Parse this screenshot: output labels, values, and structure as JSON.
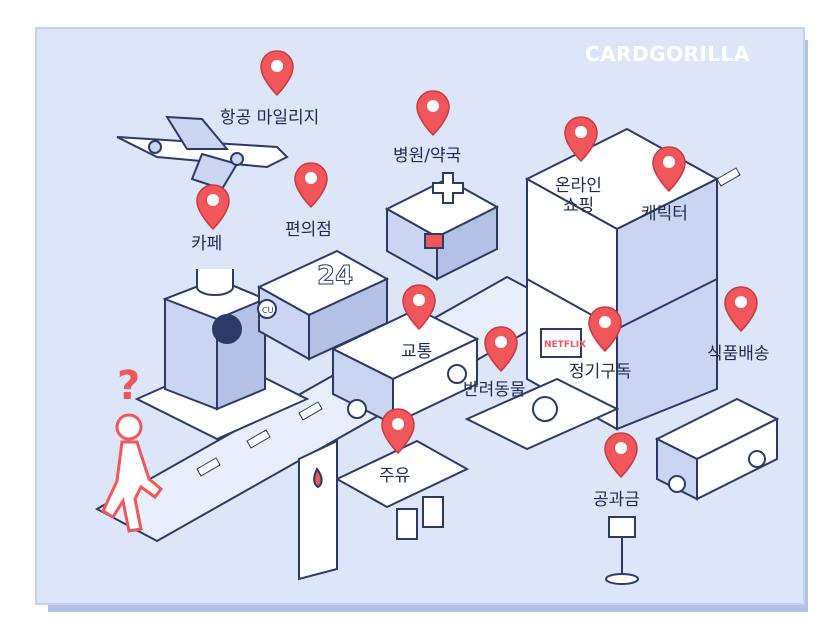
{
  "brand": {
    "logo_text": "CARDGORILLA"
  },
  "categories": [
    {
      "id": "airline",
      "label": "항공 마일리지"
    },
    {
      "id": "hospital",
      "label": "병원/약국"
    },
    {
      "id": "online_shopping",
      "label": "온라인\n쇼핑"
    },
    {
      "id": "character",
      "label": "캐릭터"
    },
    {
      "id": "convenience",
      "label": "편의점"
    },
    {
      "id": "cafe",
      "label": "카페"
    },
    {
      "id": "transport",
      "label": "교통"
    },
    {
      "id": "subscription",
      "label": "정기구독"
    },
    {
      "id": "food_delivery",
      "label": "식품배송"
    },
    {
      "id": "pets",
      "label": "반려동물"
    },
    {
      "id": "fuel",
      "label": "주유"
    },
    {
      "id": "utilities",
      "label": "공과금"
    }
  ],
  "signs": {
    "store_24": "24",
    "store_cu": "CU",
    "streaming": "NETFLIX",
    "question_mark": "?"
  },
  "colors": {
    "background": "#dde6f8",
    "pin": "#f0565a",
    "outline": "#2c3a66",
    "shadow": "#b3c1e5",
    "person": "#f0565a"
  }
}
